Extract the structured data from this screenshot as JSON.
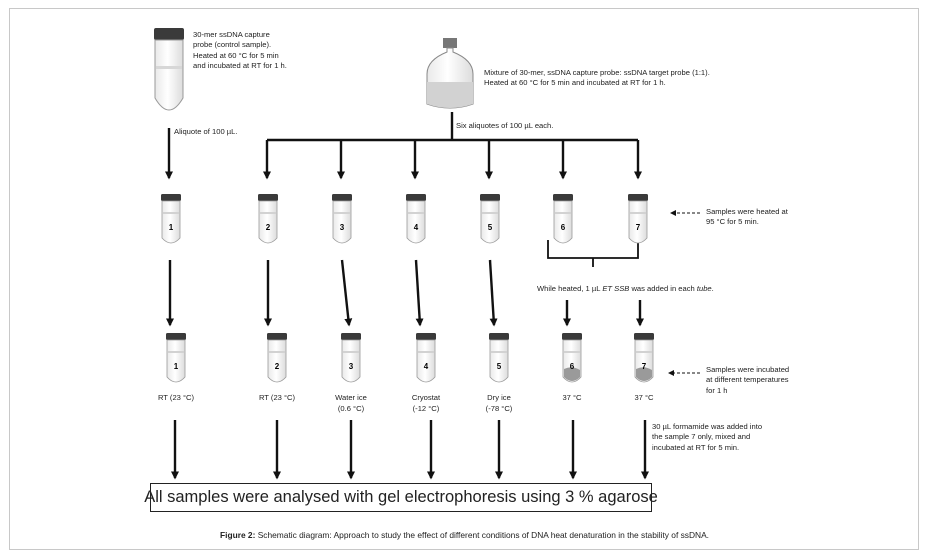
{
  "control_probe": {
    "text": "30-mer ssDNA capture probe (control sample). Heated at 60 °C for 5 min and incubated at RT for 1 h."
  },
  "mixture": {
    "text": "Mixture of 30-mer, ssDNA capture probe: ssDNA target probe (1:1). Heated at 60 °C for 5 min and incubated at RT for 1 h."
  },
  "aliquot_single": "Aliquote of 100 µL.",
  "aliquot_six": "Six aliquotes of 100 µL each.",
  "heated_note": "Samples were heated at 95 °C for 5 min.",
  "ssb_note": {
    "prefix": "While heated, 1 µL ",
    "em1": "ET SSB",
    "middle": " was added in each ",
    "em2": "tube",
    "suffix": "."
  },
  "incubation_note": "Samples were incubated at different temperatures for 1 h",
  "tubes": [
    {
      "number": "1",
      "condition": [
        "RT (23 °C)"
      ]
    },
    {
      "number": "2",
      "condition": [
        "RT (23 °C)"
      ]
    },
    {
      "number": "3",
      "condition": [
        "Water ice",
        "(0.6 °C)"
      ]
    },
    {
      "number": "4",
      "condition": [
        "Cryostat",
        "(-12 °C)"
      ]
    },
    {
      "number": "5",
      "condition": [
        "Dry ice",
        "(-78 °C)"
      ]
    },
    {
      "number": "6",
      "condition": [
        "37 °C"
      ]
    },
    {
      "number": "7",
      "condition": [
        "37 °C"
      ]
    }
  ],
  "formamide_note": "30 µL formamide was added into the sample 7 only, mixed and incubated at RT for 5 min.",
  "final_box": "All samples were analysed with gel electrophoresis using 3 % agarose",
  "caption": {
    "label": "Figure 2:",
    "text": "Schematic diagram: Approach to study the effect of different conditions of DNA heat denaturation in the stability of ssDNA."
  }
}
